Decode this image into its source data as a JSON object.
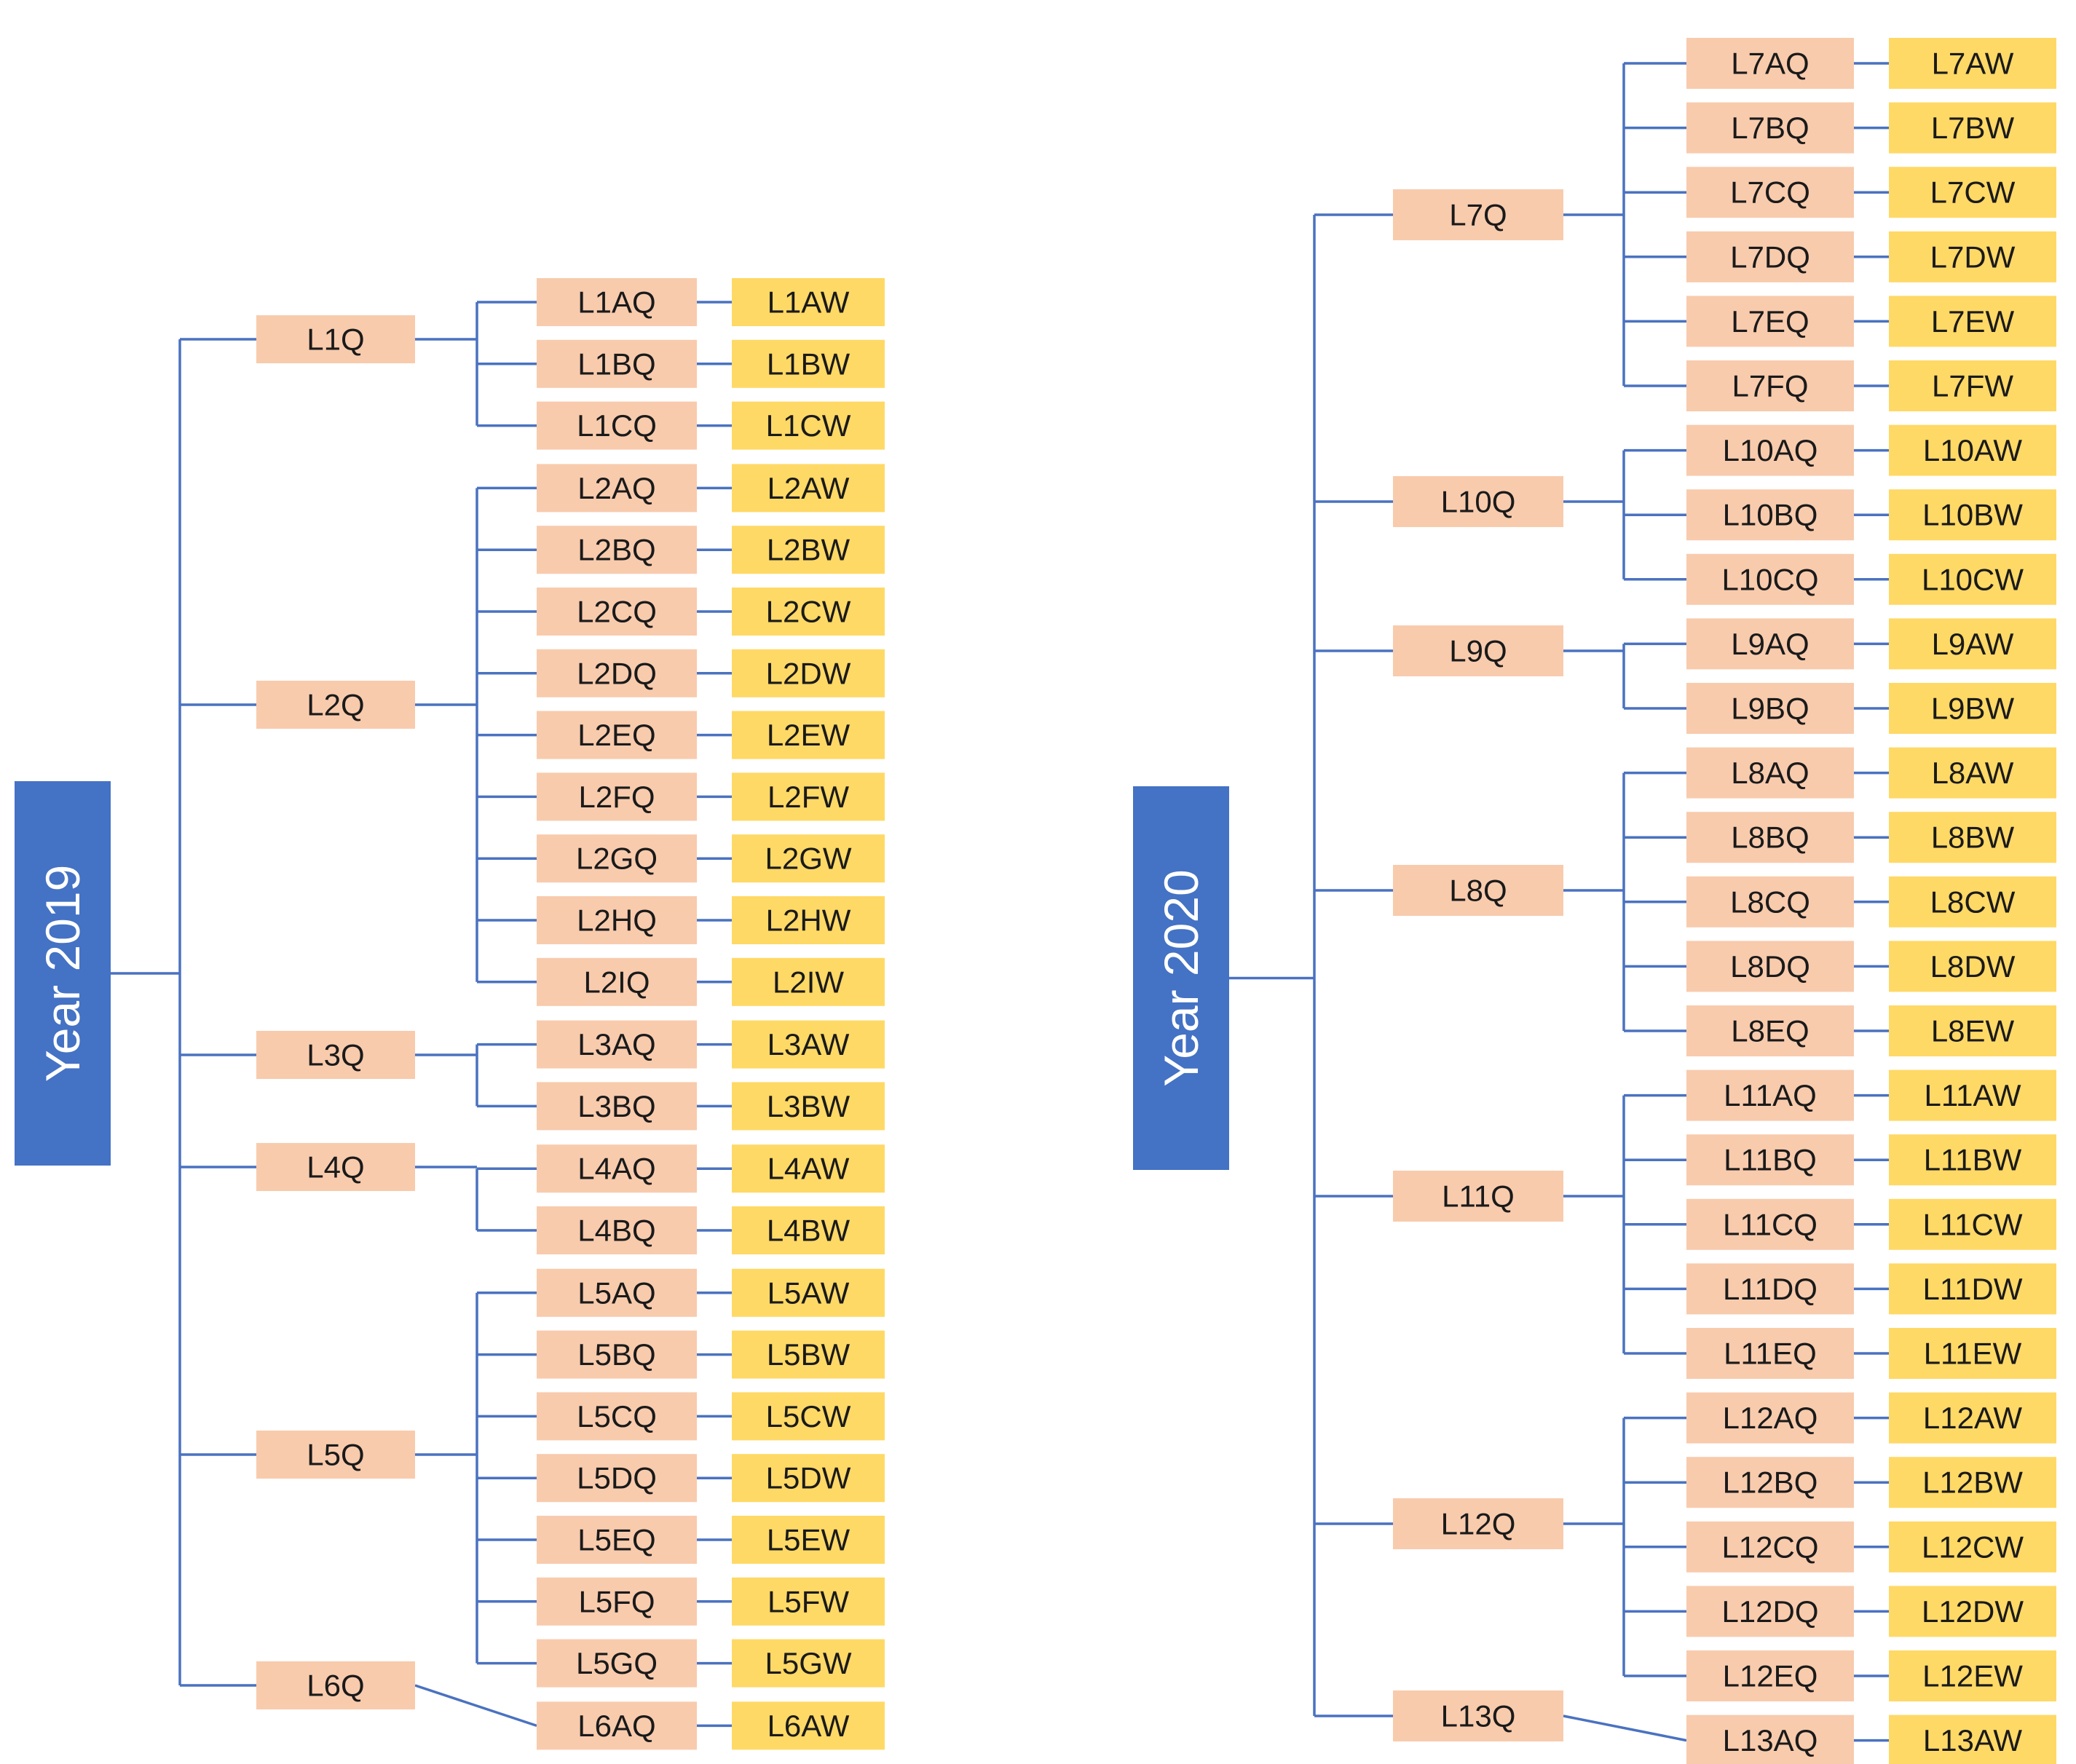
{
  "colors": {
    "root": "#4472c4",
    "question": "#f8cbad",
    "answer": "#ffd966",
    "connector": "#4a72c0"
  },
  "trees": [
    {
      "year": "Year 2019",
      "groups": [
        {
          "label": "L1Q",
          "children": [
            [
              "L1AQ",
              "L1AW"
            ],
            [
              "L1BQ",
              "L1BW"
            ],
            [
              "L1CQ",
              "L1CW"
            ]
          ]
        },
        {
          "label": "L2Q",
          "children": [
            [
              "L2AQ",
              "L2AW"
            ],
            [
              "L2BQ",
              "L2BW"
            ],
            [
              "L2CQ",
              "L2CW"
            ],
            [
              "L2DQ",
              "L2DW"
            ],
            [
              "L2EQ",
              "L2EW"
            ],
            [
              "L2FQ",
              "L2FW"
            ],
            [
              "L2GQ",
              "L2GW"
            ],
            [
              "L2HQ",
              "L2HW"
            ],
            [
              "L2IQ",
              "L2IW"
            ]
          ]
        },
        {
          "label": "L3Q",
          "children": [
            [
              "L3AQ",
              "L3AW"
            ],
            [
              "L3BQ",
              "L3BW"
            ]
          ]
        },
        {
          "label": "L4Q",
          "children": [
            [
              "L4AQ",
              "L4AW"
            ],
            [
              "L4BQ",
              "L4BW"
            ]
          ]
        },
        {
          "label": "L5Q",
          "children": [
            [
              "L5AQ",
              "L5AW"
            ],
            [
              "L5BQ",
              "L5BW"
            ],
            [
              "L5CQ",
              "L5CW"
            ],
            [
              "L5DQ",
              "L5DW"
            ],
            [
              "L5EQ",
              "L5EW"
            ],
            [
              "L5FQ",
              "L5FW"
            ],
            [
              "L5GQ",
              "L5GW"
            ]
          ]
        },
        {
          "label": "L6Q",
          "children": [
            [
              "L6AQ",
              "L6AW"
            ]
          ]
        }
      ]
    },
    {
      "year": "Year 2020",
      "groups": [
        {
          "label": "L7Q",
          "children": [
            [
              "L7AQ",
              "L7AW"
            ],
            [
              "L7BQ",
              "L7BW"
            ],
            [
              "L7CQ",
              "L7CW"
            ],
            [
              "L7DQ",
              "L7DW"
            ],
            [
              "L7EQ",
              "L7EW"
            ],
            [
              "L7FQ",
              "L7FW"
            ]
          ]
        },
        {
          "label": "L10Q",
          "children": [
            [
              "L10AQ",
              "L10AW"
            ],
            [
              "L10BQ",
              "L10BW"
            ],
            [
              "L10CQ",
              "L10CW"
            ]
          ]
        },
        {
          "label": "L9Q",
          "children": [
            [
              "L9AQ",
              "L9AW"
            ],
            [
              "L9BQ",
              "L9BW"
            ]
          ]
        },
        {
          "label": "L8Q",
          "children": [
            [
              "L8AQ",
              "L8AW"
            ],
            [
              "L8BQ",
              "L8BW"
            ],
            [
              "L8CQ",
              "L8CW"
            ],
            [
              "L8DQ",
              "L8DW"
            ],
            [
              "L8EQ",
              "L8EW"
            ]
          ]
        },
        {
          "label": "L11Q",
          "children": [
            [
              "L11AQ",
              "L11AW"
            ],
            [
              "L11BQ",
              "L11BW"
            ],
            [
              "L11CQ",
              "L11CW"
            ],
            [
              "L11DQ",
              "L11DW"
            ],
            [
              "L11EQ",
              "L11EW"
            ]
          ]
        },
        {
          "label": "L12Q",
          "children": [
            [
              "L12AQ",
              "L12AW"
            ],
            [
              "L12BQ",
              "L12BW"
            ],
            [
              "L12CQ",
              "L12CW"
            ],
            [
              "L12DQ",
              "L12DW"
            ],
            [
              "L12EQ",
              "L12EW"
            ]
          ]
        },
        {
          "label": "L13Q",
          "children": [
            [
              "L13AQ",
              "L13AW"
            ]
          ]
        }
      ]
    }
  ]
}
